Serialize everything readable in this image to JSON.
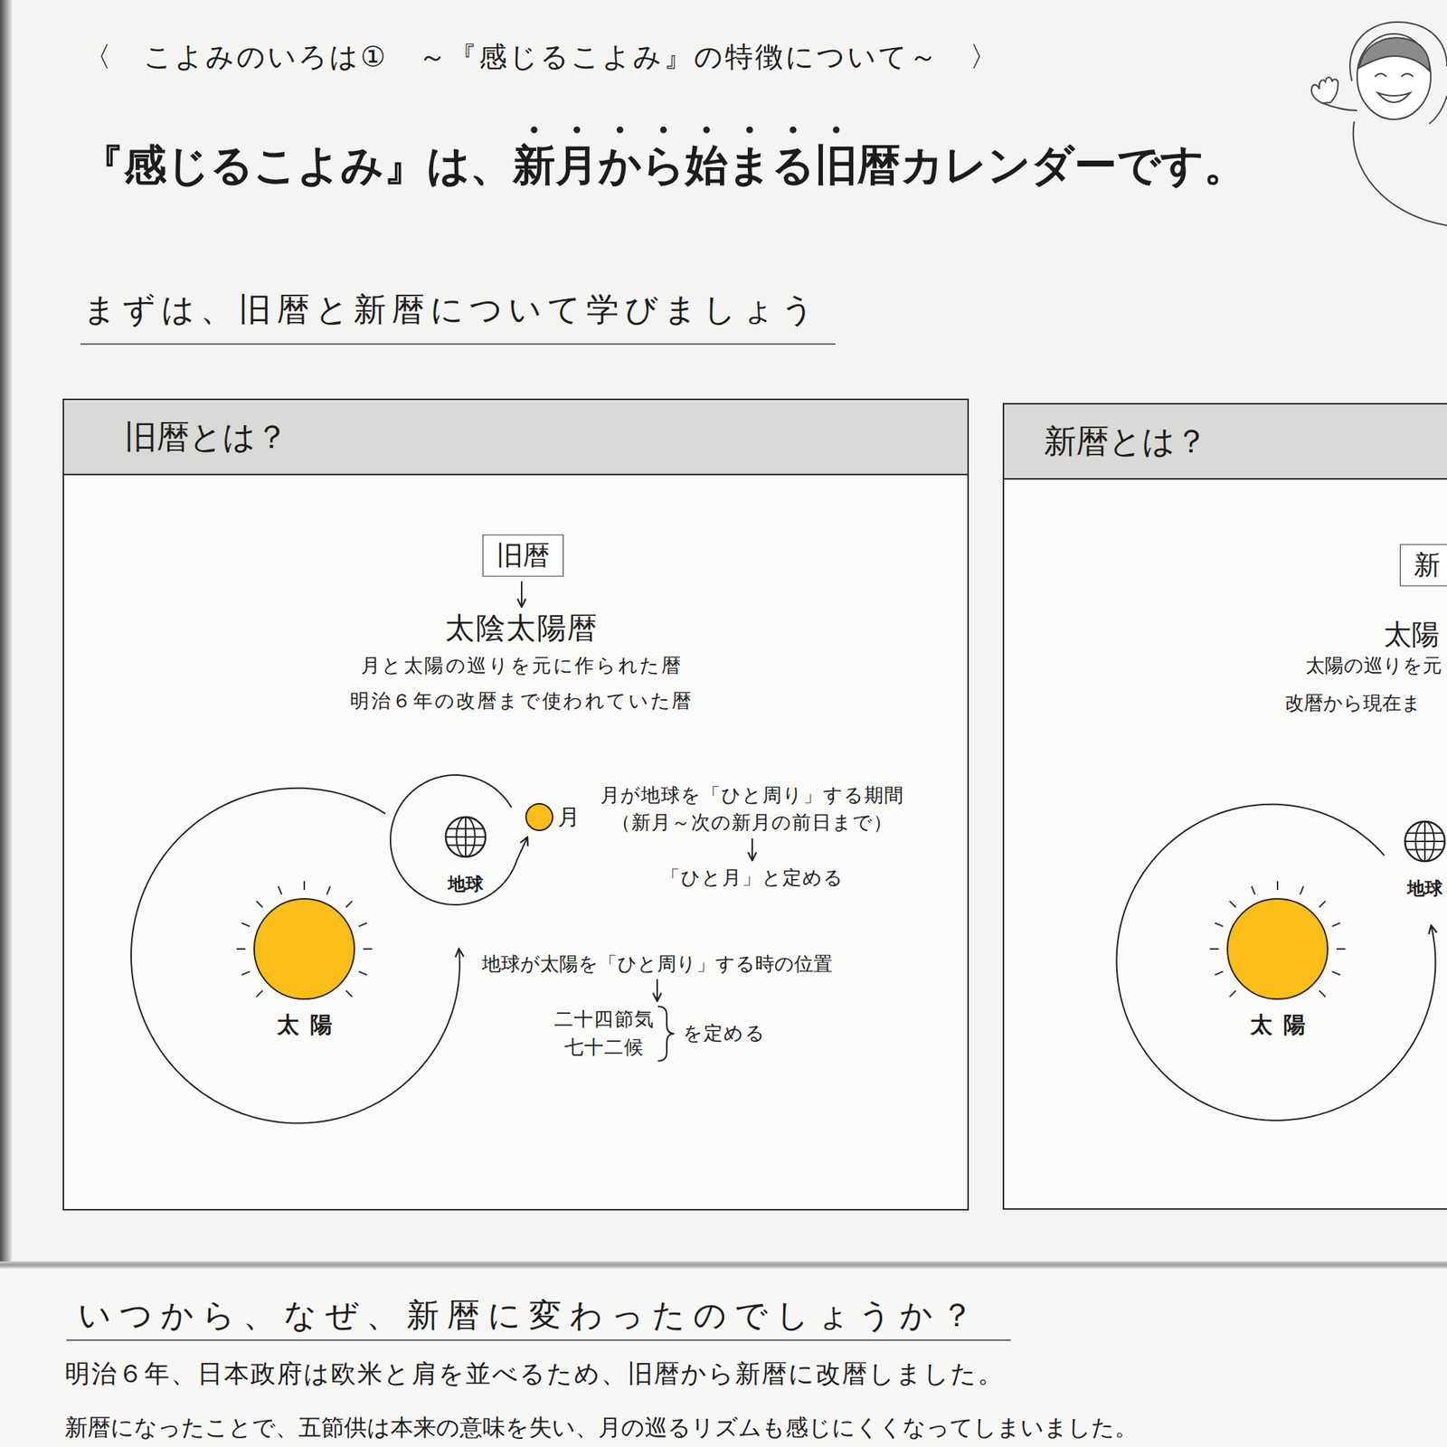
{
  "diagram": {
    "title": "『感じるこよみ』は、新月から始まる旧暦カレンダーです。",
    "nodes": [
      {
        "text": [
          "旧暦とは？"
        ]
      },
      {
        "text": [
          "旧暦"
        ],
        "in": 0
      },
      {
        "text": [
          "太陽"
        ],
        "in": 0
      },
      {
        "text": [
          "地球"
        ],
        "in": 0
      },
      {
        "text": [
          "月"
        ],
        "in": 0
      },
      {
        "text": [
          "新暦とは？"
        ]
      },
      {
        "text": [
          "新"
        ],
        "in": 5
      },
      {
        "text": [
          "太陽"
        ],
        "in": 5
      },
      {
        "text": [
          "地球"
        ],
        "in": 5
      }
    ],
    "labels": [
      "〈　こよみのいろは①　～『感じるこよみ』の特徴について～　〉",
      "まずは、旧暦と新暦について学びましょう",
      "太陰太陽暦",
      "月と太陽の巡りを元に作られた暦",
      "明治６年の改暦まで使われていた暦",
      "月が地球を「ひと周り」する期間",
      "（新月～次の新月の前日まで）",
      "「ひと月」と定める",
      "地球が太陽を「ひと周り」する時の位置",
      "二十四節気",
      "七十二候",
      "を定める",
      "太陽",
      "太陽の巡りを元",
      "改暦から現在ま",
      "いつから、なぜ、新暦に変わったのでしょうか？",
      "明治６年、日本政府は欧米と肩を並べるため、旧暦から新暦に改暦しました。",
      "新暦になったことで、五節供は本来の意味を失い、月の巡るリズムも感じにくくなってしまいました。"
    ]
  }
}
